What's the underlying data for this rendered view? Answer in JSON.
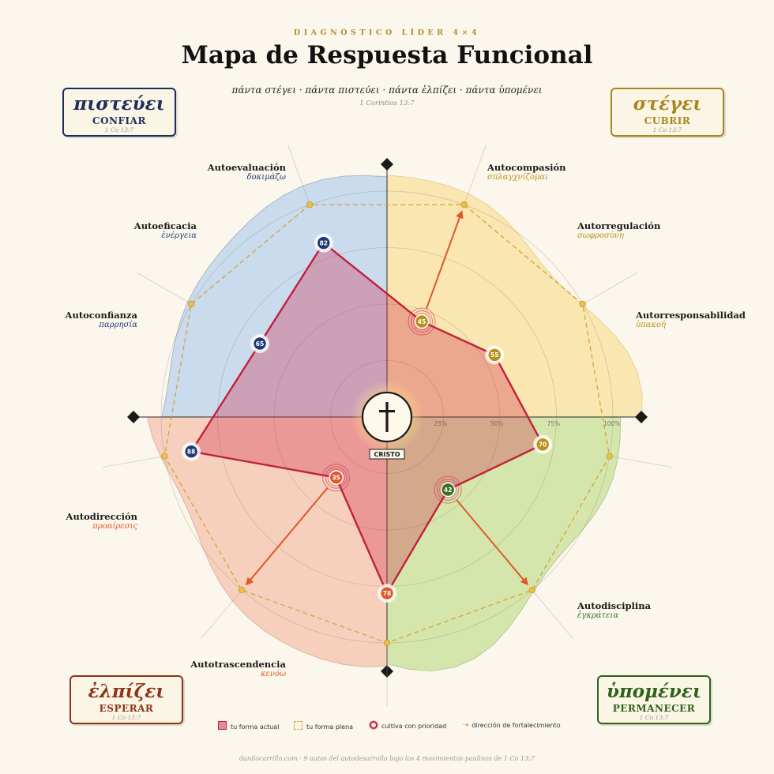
{
  "header": {
    "kicker": "DIAGNÓSTICO LÍDER 4×4",
    "title": "Mapa de Respuesta Funcional",
    "verse": "πάντα στέγει · πάντα πιστεύει · πάντα ἐλπίζει · πάντα ὑπομένει",
    "verse_ref": "1 Corintios 13:7"
  },
  "quadrants": [
    {
      "greek": "πιστεύει",
      "verb": "CONFIAR",
      "ref": "1 Co 13:7",
      "color": "#1d2d5a",
      "fill": "#a9c9ee"
    },
    {
      "greek": "στέγει",
      "verb": "CUBRIR",
      "ref": "1 Co 13:7",
      "color": "#a8861c",
      "fill": "#f7dc8c"
    },
    {
      "greek": "ἐλπίζει",
      "verb": "ESPERAR",
      "ref": "1 Co 13:7",
      "color": "#8c3418",
      "fill": "#f4b8a0"
    },
    {
      "greek": "ὑπομένει",
      "verb": "PERMANECER",
      "ref": "1 Co 13:7",
      "color": "#2f6119",
      "fill": "#bddc85"
    }
  ],
  "center": {
    "label": "CRISTO",
    "symbol": "✝"
  },
  "chart_data": {
    "type": "radar",
    "axes": [
      {
        "name": "Autocompasión",
        "greek": "σπλαγχνίζομαι",
        "quadrant": "στέγει",
        "value": 45,
        "priority": true,
        "color": "#b8901a"
      },
      {
        "name": "Autorregulación",
        "greek": "σωφροσύνη",
        "quadrant": "στέγει",
        "value": 55,
        "priority": false,
        "color": "#b8901a"
      },
      {
        "name": "Autorresponsabilidad",
        "greek": "ὑπακοή",
        "quadrant": "στέγει",
        "value": 70,
        "priority": false,
        "color": "#b8901a"
      },
      {
        "name": "Autodisciplina",
        "greek": "ἐγκράτεια",
        "quadrant": "ὑπομένει",
        "value": 42,
        "priority": true,
        "color": "#3a6f22"
      },
      {
        "name": "Autotrascendencia",
        "greek": "κενόω",
        "quadrant": "ἐλπίζει",
        "value": 78,
        "priority": false,
        "color": "#e0572a"
      },
      {
        "name": "Autodirección",
        "greek": "προαίρεσις",
        "quadrant": "ἐλπίζει",
        "value": 35,
        "priority": true,
        "color": "#e0572a"
      },
      {
        "name": "Autoconfianza",
        "greek": "παρρησία",
        "quadrant": "πιστεύει",
        "value": 88,
        "priority": false,
        "color": "#1f3a7a"
      },
      {
        "name": "Autoeficacia",
        "greek": "ἐνέργεια",
        "quadrant": "πιστεύει",
        "value": 65,
        "priority": false,
        "color": "#1f3a7a"
      },
      {
        "name": "Autoevaluación",
        "greek": "δοκιμάζω",
        "quadrant": "πιστεύει",
        "value": 82,
        "priority": false,
        "color": "#1f3a7a"
      }
    ],
    "full_form_value": 100,
    "rlim": [
      0,
      100
    ],
    "rings": [
      "25%",
      "50%",
      "75%",
      "100%"
    ],
    "series": [
      {
        "name": "tu forma actual",
        "color": "#c0213c"
      },
      {
        "name": "tu forma plena",
        "color": "#d4a23a"
      }
    ],
    "grid": true
  },
  "legend": {
    "current": "tu forma actual",
    "full": "tu forma plena",
    "priority": "cultiva con prioridad",
    "direction": "dirección de fortalecimiento"
  },
  "footer": {
    "text": "danilocarrillo.com  ·  9 autos del autodesarrollo bajo los 4 movimientos paulinos de 1 Co 13:7"
  }
}
